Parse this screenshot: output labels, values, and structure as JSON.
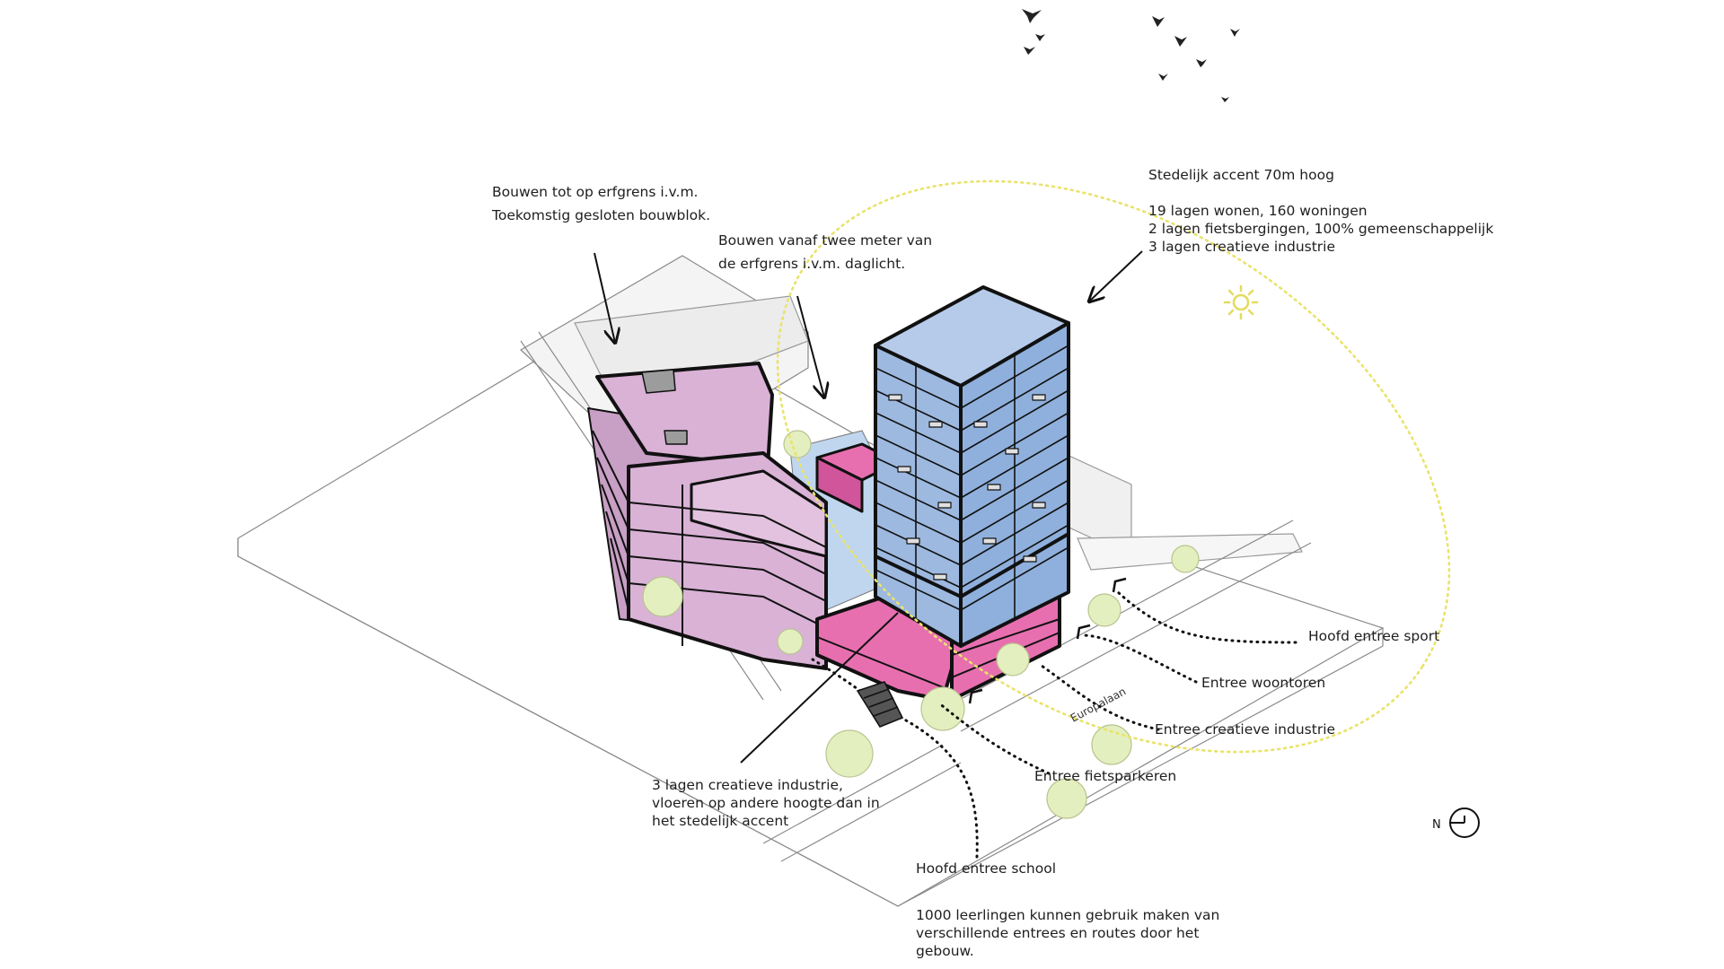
{
  "annotations": {
    "tl_line1": "Bouwen tot op erfgrens i.v.m.",
    "tl_line2": "Toekomstig gesloten bouwblok.",
    "tm_line1": "Bouwen vanaf twee meter van",
    "tm_line2": "de erfgrens i.v.m. daglicht.",
    "tr_line1": "Stedelijk accent 70m hoog",
    "tr_line2": "19 lagen wonen, 160 woningen",
    "tr_line3": "2 lagen fietsbergingen, 100% gemeenschappelijk",
    "tr_line4": "3 lagen creatieve industrie",
    "bl_line1": "3 lagen creatieve industrie,",
    "bl_line2": "vloeren op andere hoogte dan in",
    "bl_line3": "het stedelijk accent",
    "entree_sport": "Hoofd entree sport",
    "entree_woontoren": "Entree woontoren",
    "entree_industrie": "Entree creatieve industrie",
    "entree_fiets": "Entree fietsparkeren",
    "entree_school": "Hoofd entree school",
    "school_line1": "1000 leerlingen kunnen gebruik maken van",
    "school_line2": "verschillende entrees en routes door het",
    "school_line3": "gebouw.",
    "street_name": "Europalaan",
    "north_letter": "N"
  },
  "colors": {
    "school_mass": "#d9b2d6",
    "industry_mass": "#e76fb0",
    "tower_mass": "#9db9e0",
    "courtyard": "#bfd6ee",
    "tree": "#e4efc0",
    "sun_orbit": "#e9e36a",
    "outline": "#111111"
  },
  "icons": [
    "sun-icon",
    "north-arrow-icon",
    "bird-icon"
  ]
}
